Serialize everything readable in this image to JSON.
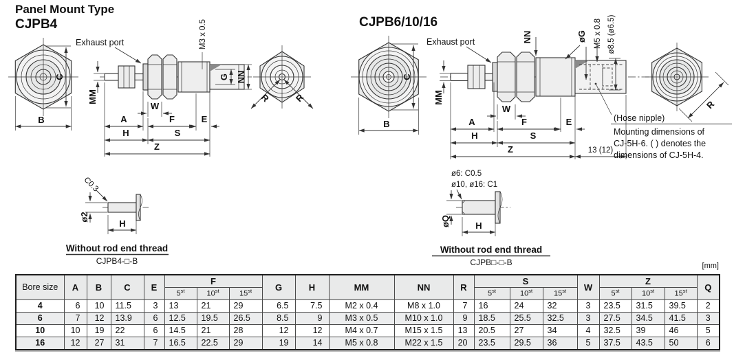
{
  "page": {
    "title": "Panel Mount Type",
    "unit_label": "[mm]"
  },
  "dims": {
    "A": "A",
    "B": "B",
    "C": "C",
    "E": "E",
    "F": "F",
    "G": "G",
    "H": "H",
    "MM": "MM",
    "NN": "NN",
    "R": "R",
    "S": "S",
    "W": "W",
    "Z": "Z",
    "Q": "Q"
  },
  "cjpb4": {
    "title": "CJPB4",
    "exhaust_port": "Exhaust port",
    "panel_thread_label": "M3 x 0.5",
    "chamfer_label": "C0.3",
    "rod_dia_label": "ø2",
    "caption": "Without rod end thread",
    "model_code": "CJPB4-□-B"
  },
  "cjpb6": {
    "title": "CJPB6/10/16",
    "exhaust_port": "Exhaust port",
    "port_dia_label": "øG",
    "nipple_thread_label": "M5 x 0.8",
    "hole_dia_label": "ø8.5 (ø6.5)",
    "projection_dim": "13 (12)",
    "hose_nipple_label": "(Hose nipple)",
    "note_lines": [
      "Mounting dimensions of",
      "CJ-5H-6. ( ) denotes the",
      "dimensions of CJ-5H-4."
    ],
    "chamfer_note_1": "ø6: C0.5",
    "chamfer_note_2": "ø10, ø16: C1",
    "rod_dia_label": "øQ",
    "caption": "Without rod end thread",
    "model_code": "CJPB□-□-B"
  },
  "table": {
    "unit": "[mm]",
    "bore_header": "Bore size",
    "stroke_cols": [
      {
        "base": "5",
        "sup": "st"
      },
      {
        "base": "10",
        "sup": "st"
      },
      {
        "base": "15",
        "sup": "st"
      }
    ],
    "rows": [
      [
        "4",
        "6",
        "10",
        "11.5",
        "3",
        "13",
        "21",
        "29",
        "6.5",
        "7.5",
        "M2 x 0.4",
        "M8 x 1.0",
        "7",
        "16",
        "24",
        "32",
        "3",
        "23.5",
        "31.5",
        "39.5",
        "2"
      ],
      [
        "6",
        "7",
        "12",
        "13.9",
        "6",
        "12.5",
        "19.5",
        "26.5",
        "8.5",
        "9",
        "M3 x 0.5",
        "M10 x 1.0",
        "9",
        "18.5",
        "25.5",
        "32.5",
        "3",
        "27.5",
        "34.5",
        "41.5",
        "3"
      ],
      [
        "10",
        "10",
        "19",
        "22",
        "6",
        "14.5",
        "21",
        "28",
        "12",
        "12",
        "M4 x 0.7",
        "M15 x 1.5",
        "13",
        "20.5",
        "27",
        "34",
        "4",
        "32.5",
        "39",
        "46",
        "5"
      ],
      [
        "16",
        "12",
        "27",
        "31",
        "7",
        "16.5",
        "22.5",
        "29",
        "19",
        "14",
        "M5 x 0.8",
        "M22 x 1.5",
        "20",
        "23.5",
        "29.5",
        "36",
        "5",
        "37.5",
        "43.5",
        "50",
        "6"
      ]
    ]
  }
}
